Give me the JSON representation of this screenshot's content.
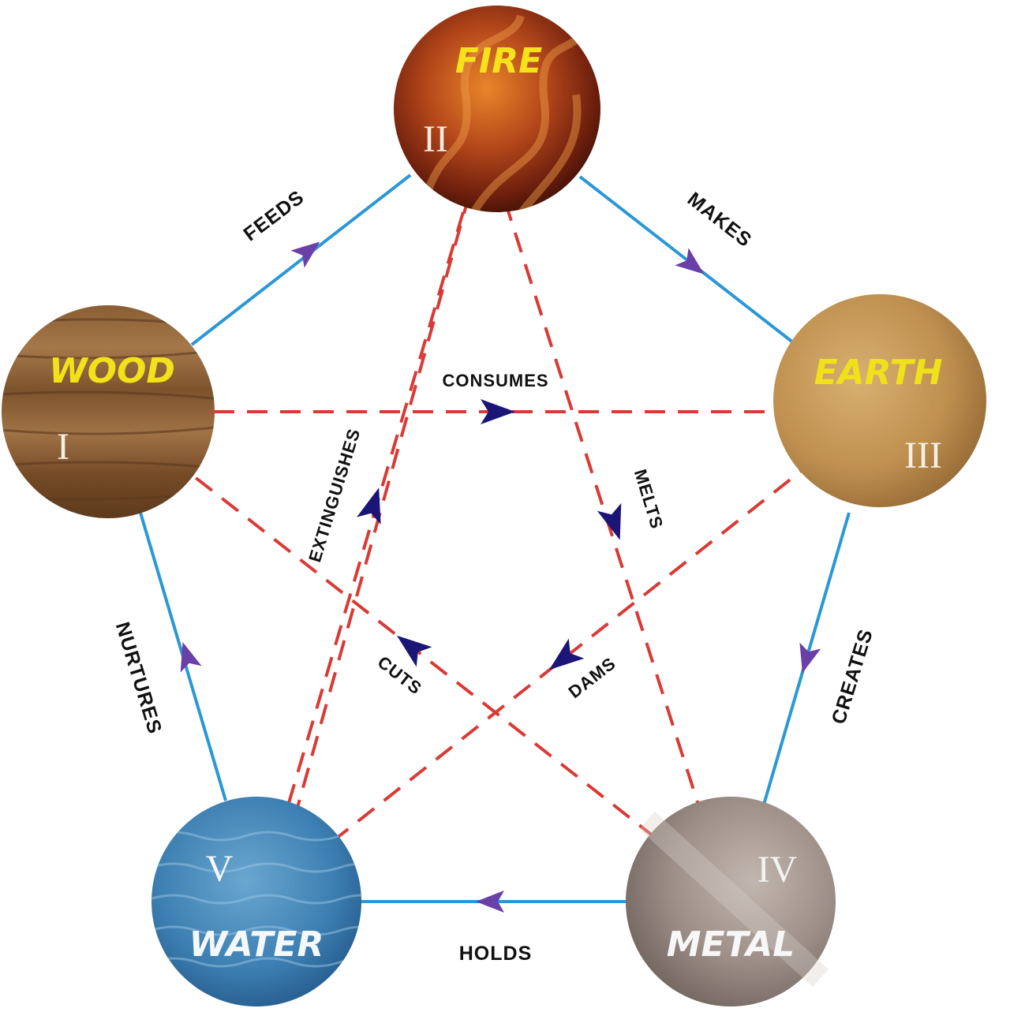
{
  "elements": {
    "fire": {
      "name": "FIRE",
      "numeral": "II",
      "name_color": "#f5e21c",
      "numeral_color": "#f3ece2"
    },
    "earth": {
      "name": "EARTH",
      "numeral": "III",
      "name_color": "#f0e11a",
      "numeral_color": "#f5f0e6"
    },
    "metal": {
      "name": "METAL",
      "numeral": "IV",
      "name_color": "#f7f7f7",
      "numeral_color": "#f3f3f3"
    },
    "water": {
      "name": "WATER",
      "numeral": "V",
      "name_color": "#f4f8fb",
      "numeral_color": "#f4f8fb"
    },
    "wood": {
      "name": "WOOD",
      "numeral": "I",
      "name_color": "#f1e21a",
      "numeral_color": "#f6efe4"
    }
  },
  "generating_cycle": {
    "color": "#2a97d6",
    "arrow_color": "#6a3fa8",
    "labels": {
      "feeds": "FEEDS",
      "makes": "MAKES",
      "creates": "CREATES",
      "holds": "HOLDS",
      "nurtures": "NURTURES"
    }
  },
  "controlling_cycle": {
    "color": "#d93a35",
    "arrow_color": "#1a1577",
    "labels": {
      "consumes": "CONSUMES",
      "melts": "MELTS",
      "dams": "DAMS",
      "cuts": "CUTS",
      "extinguishes": "EXTINGUISHES"
    }
  }
}
